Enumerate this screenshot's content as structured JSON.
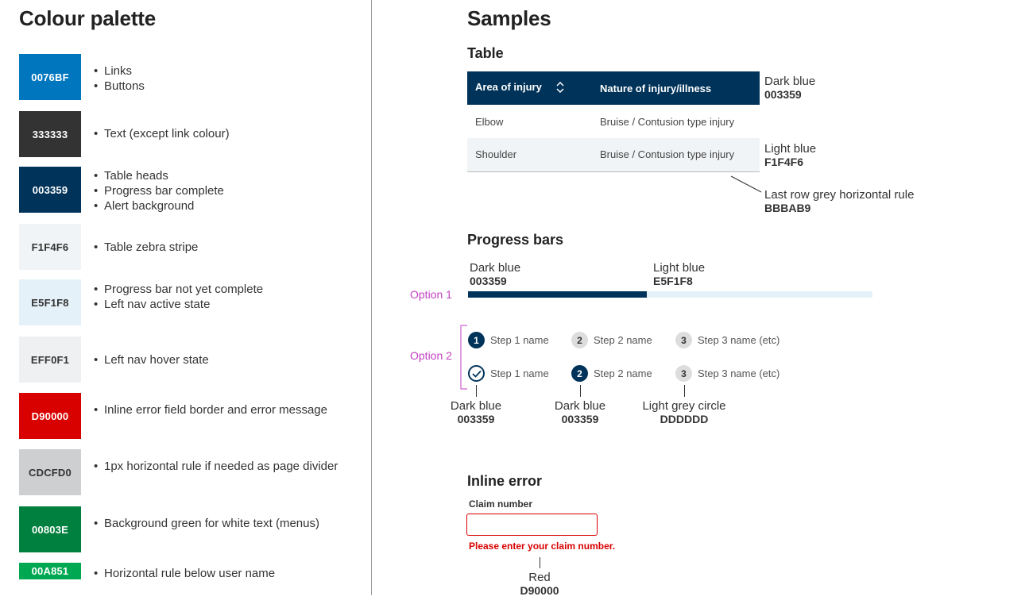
{
  "left_panel": {
    "title": "Colour palette",
    "swatches": [
      {
        "code": "0076BF",
        "color": "#0076BF",
        "text_color": "#ffffff",
        "items": [
          "Links",
          "Buttons"
        ]
      },
      {
        "code": "333333",
        "color": "#333333",
        "text_color": "#ffffff",
        "items": [
          "Text (except link colour)"
        ]
      },
      {
        "code": "003359",
        "color": "#003359",
        "text_color": "#ffffff",
        "items": [
          "Table heads",
          "Progress bar complete",
          "Alert background"
        ]
      },
      {
        "code": "F1F4F6",
        "color": "#F1F4F6",
        "text_color": "#333333",
        "items": [
          "Table zebra stripe"
        ]
      },
      {
        "code": "E5F1F8",
        "color": "#E5F1F8",
        "text_color": "#333333",
        "items": [
          "Progress bar not yet complete",
          "Left nav active state"
        ]
      },
      {
        "code": "EFF0F1",
        "color": "#EFF0F1",
        "text_color": "#333333",
        "items": [
          "Left nav hover state"
        ]
      },
      {
        "code": "D90000",
        "color": "#D90000",
        "text_color": "#ffffff",
        "items": [
          "Inline error field border and error message"
        ]
      },
      {
        "code": "CDCFD0",
        "color": "#CDCFD0",
        "text_color": "#333333",
        "items": [
          "1px horizontal rule if needed as page divider"
        ]
      },
      {
        "code": "00803E",
        "color": "#00803E",
        "text_color": "#ffffff",
        "items": [
          "Background green for white text (menus)"
        ]
      },
      {
        "code": "00A851",
        "color": "#00A851",
        "text_color": "#ffffff",
        "items": [
          "Horizontal rule below user name"
        ]
      }
    ]
  },
  "right_panel": {
    "title": "Samples",
    "table_section": {
      "heading": "Table",
      "columns": [
        "Area of injury",
        "Nature of injury/illness"
      ],
      "rows": [
        [
          "Elbow",
          "Bruise / Contusion type injury"
        ],
        [
          "Shoulder",
          "Bruise / Contusion type injury"
        ]
      ],
      "head_note": {
        "name": "Dark blue",
        "code": "003359"
      },
      "stripe_note": {
        "name": "Light blue",
        "code": "F1F4F6"
      },
      "rule_note": {
        "name": "Last row grey horizontal rule",
        "code": "BBBAB9"
      }
    },
    "progress_section": {
      "heading": "Progress bars",
      "option1_label": "Option 1",
      "option2_label": "Option 2",
      "complete_note": {
        "name": "Dark blue",
        "code": "003359"
      },
      "incomplete_note": {
        "name": "Light blue",
        "code": "E5F1F8"
      },
      "progress_fraction": 0.443,
      "steps_row1": [
        {
          "num": "1",
          "label": "Step 1 name",
          "state": "current"
        },
        {
          "num": "2",
          "label": "Step 2 name",
          "state": "todo"
        },
        {
          "num": "3",
          "label": "Step 3 name (etc)",
          "state": "todo"
        }
      ],
      "steps_row2": [
        {
          "num": "",
          "label": "Step 1 name",
          "state": "done"
        },
        {
          "num": "2",
          "label": "Step 2 name",
          "state": "current"
        },
        {
          "num": "3",
          "label": "Step 3 name (etc)",
          "state": "todo"
        }
      ],
      "step_notes": [
        {
          "name": "Dark blue",
          "code": "003359"
        },
        {
          "name": "Dark blue",
          "code": "003359"
        },
        {
          "name": "Light grey circle",
          "code": "DDDDDD"
        }
      ]
    },
    "error_section": {
      "heading": "Inline error",
      "field_label": "Claim number",
      "field_value": "",
      "message": "Please enter your claim number.",
      "note": {
        "name": "Red",
        "code": "D90000"
      }
    }
  }
}
